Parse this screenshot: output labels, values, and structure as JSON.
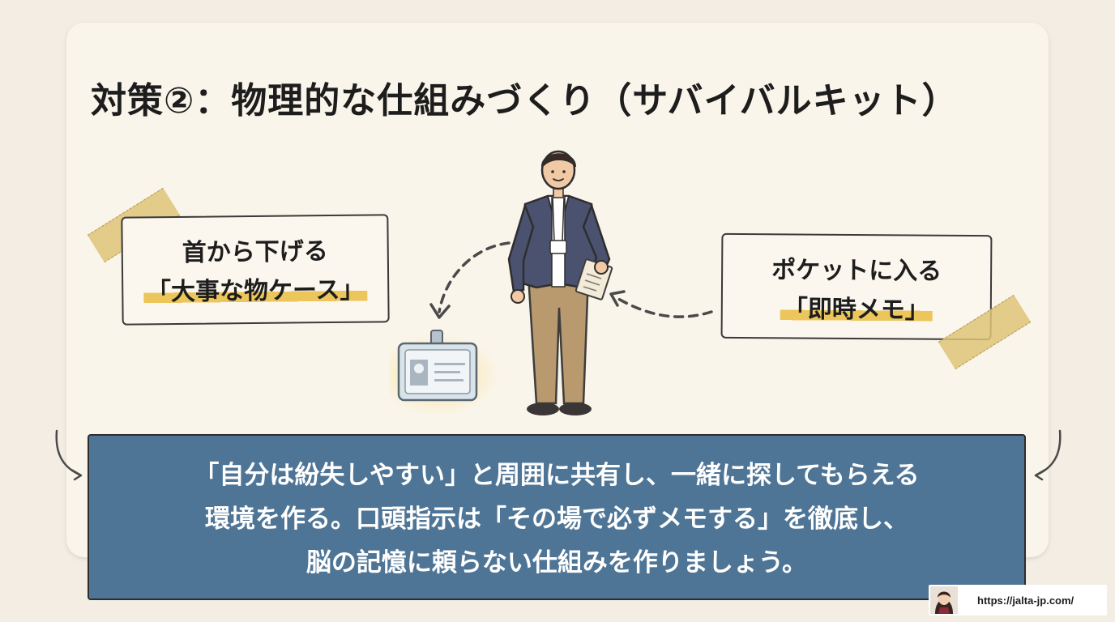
{
  "title": "対策②：物理的な仕組みづくり（サバイバルキット）",
  "left_note": {
    "line1": "首から下げる",
    "line2": "「大事な物ケース」"
  },
  "right_note": {
    "line1": "ポケットに入る",
    "line2": "「即時メモ」"
  },
  "banner": {
    "line1": "「自分は紛失しやすい」と周囲に共有し、一緒に探してもらえる",
    "line2": "環境を作る。口頭指示は「その場で必ずメモする」を徹底し、",
    "line3": "脳の記憶に頼らない仕組みを作りましょう。"
  },
  "footer": {
    "url": "https://jalta-jp.com/"
  },
  "icons": [
    "person-illustration",
    "id-card-case-icon",
    "memo-pad-icon",
    "curved-arrow-icon",
    "avatar"
  ],
  "colors": {
    "background": "#f3ede3",
    "card": "#faf5ea",
    "banner": "#4f7596",
    "highlight": "#ecc65a",
    "tape": "#dec378"
  }
}
